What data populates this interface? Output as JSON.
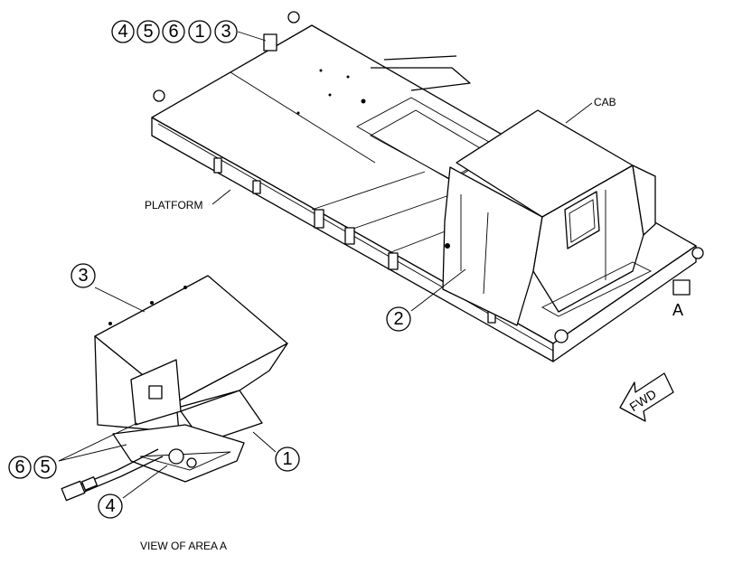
{
  "labels": {
    "cab": "CAB",
    "platform": "PLATFORM",
    "area_marker": "A",
    "view_caption": "VIEW OF AREA  A",
    "fwd": "FWD"
  },
  "callouts": {
    "top_group": [
      "4",
      "5",
      "6",
      "1",
      "3"
    ],
    "c2": "2",
    "c3": "3",
    "c1": "1",
    "c4": "4",
    "left_group": [
      "6",
      "5"
    ]
  },
  "icons": {
    "fwd_arrow": "fwd-arrow-icon"
  }
}
